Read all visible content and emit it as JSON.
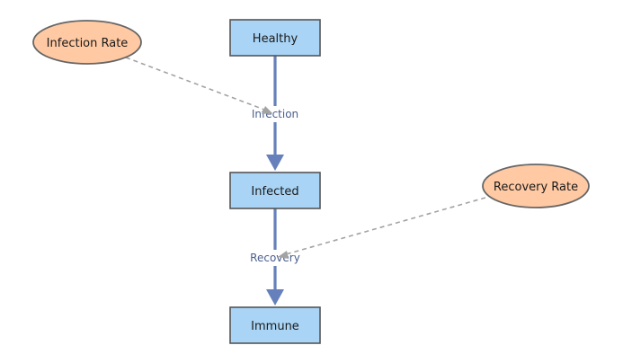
{
  "stocks": {
    "healthy": {
      "label": "Healthy"
    },
    "infected": {
      "label": "Infected"
    },
    "immune": {
      "label": "Immune"
    }
  },
  "parameters": {
    "infection_rate": {
      "label": "Infection Rate"
    },
    "recovery_rate": {
      "label": "Recovery Rate"
    }
  },
  "flows": {
    "infection": {
      "label": "Infection",
      "from": "Healthy",
      "to": "Infected"
    },
    "recovery": {
      "label": "Recovery",
      "from": "Infected",
      "to": "Immune"
    }
  },
  "links": [
    {
      "from": "Infection Rate",
      "to": "Infection"
    },
    {
      "from": "Recovery Rate",
      "to": "Recovery"
    }
  ],
  "colors": {
    "stock_fill": "#a9d4f5",
    "parameter_fill": "#ffc9a3",
    "flow": "#6580bb",
    "link": "#a3a3a3"
  }
}
